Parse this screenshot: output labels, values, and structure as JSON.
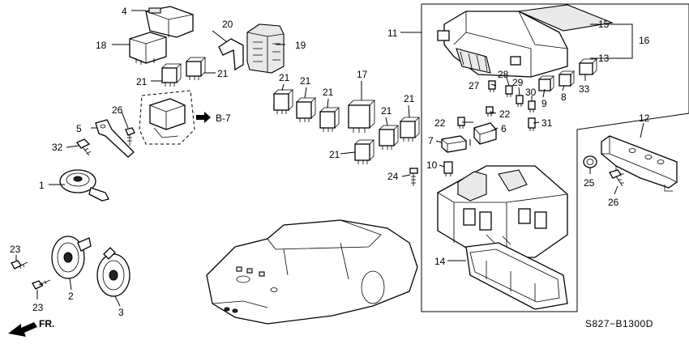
{
  "diagram": {
    "drawing_code": "S827−B1300D",
    "front_arrow_label": "FR.",
    "reference_label": "B-7",
    "callouts": {
      "c1": "1",
      "c2": "2",
      "c3": "3",
      "c4": "4",
      "c5": "5",
      "c6": "6",
      "c7": "7",
      "c8": "8",
      "c9": "9",
      "c10": "10",
      "c11": "11",
      "c12": "12",
      "c13": "13",
      "c14": "14",
      "c15": "15",
      "c16": "16",
      "c17": "17",
      "c18": "18",
      "c19": "19",
      "c20": "20",
      "c21": "21",
      "c22": "22",
      "c23": "23",
      "c24": "24",
      "c25": "25",
      "c26": "26",
      "c27": "27",
      "c28": "28",
      "c29": "29",
      "c30": "30",
      "c31": "31",
      "c32": "32",
      "c33": "33"
    }
  }
}
